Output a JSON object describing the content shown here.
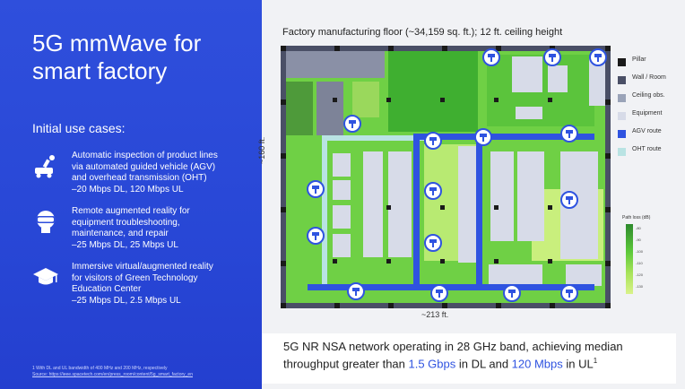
{
  "slide": {
    "title_line1": "5G mmWave for",
    "title_line2": "smart factory",
    "subtitle": "Initial use cases:",
    "use_cases": [
      {
        "icon": "robot-icon",
        "lines": [
          "Automatic inspection of product lines",
          "via automated guided vehicle (AGV)",
          "and overhead transmission (OHT)"
        ],
        "rate": "–20 Mbps DL, 120 Mbps UL"
      },
      {
        "icon": "vr-headset-icon",
        "lines": [
          "Remote augmented reality for",
          "equipment troubleshooting,",
          "maintenance, and repair"
        ],
        "rate": "–25 Mbps DL, 25 Mbps UL"
      },
      {
        "icon": "graduation-cap-icon",
        "lines": [
          "Immersive virtual/augmented reality",
          "for visitors of Green Technology",
          "Education Center"
        ],
        "rate": "–25 Mbps DL, 2.5 Mbps UL"
      }
    ],
    "footnote_line1": "1 With DL and UL bandwidth of 400 MHz and 200 MHz, respectively",
    "footnote_source": "Source: https://ieee.spacetech.com/en/press_room/content/5g_smart_factory_en"
  },
  "map": {
    "title": "Factory manufacturing floor (~34,159 sq. ft.); 12 ft. ceiling height",
    "width_label": "~213 ft.",
    "height_label": "~160 ft.",
    "legend": [
      {
        "label": "Pillar",
        "color": "#1a1a1a"
      },
      {
        "label": "Wall / Room",
        "color": "#4a4f66"
      },
      {
        "label": "Ceiling obs.",
        "color": "#9aa3b8"
      },
      {
        "label": "Equipment",
        "color": "#d7dbe8"
      },
      {
        "label": "AGV route",
        "color": "#2f53e0"
      },
      {
        "label": "OHT route",
        "color": "#b9e3e3"
      }
    ],
    "pathloss_title": "Path loss (dB)",
    "pathloss_ticks": [
      "-80",
      "-90",
      "-100",
      "-110",
      "-120",
      "-130"
    ]
  },
  "caption": {
    "line1": "5G NR NSA network operating in 28 GHz band, achieving median",
    "line2_a": "throughput greater than ",
    "dl_value": "1.5 Gbps",
    "line2_b": " in DL and ",
    "ul_value": "120 Mbps",
    "line2_c": " in UL",
    "sup": "1"
  }
}
